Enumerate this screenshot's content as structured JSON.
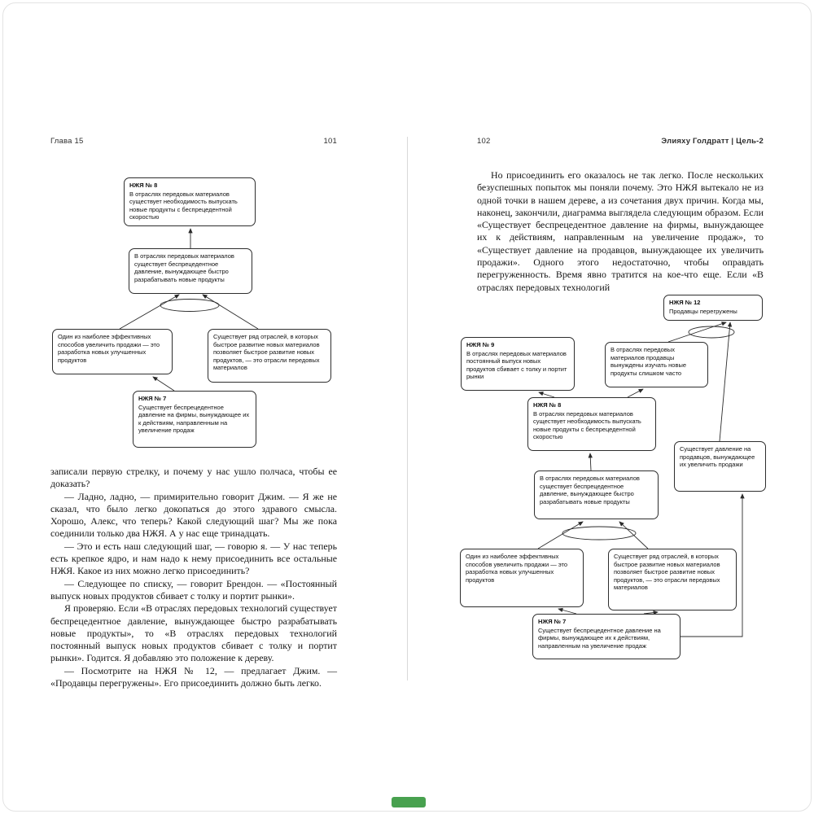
{
  "left_page": {
    "header": "Глава 15",
    "page_number": "101",
    "diagram": {
      "nja8_title": "НЖЯ № 8",
      "nja8_body": "В отраслях передовых материалов существует необходимость выпускать новые продукты с беспрецедентной скоростью",
      "pressure": "В отраслях передовых материалов существует беспрецедентное давление, вынуждающее быстро разрабатывать новые продукты",
      "ways": "Один из наиболее эффективных способов увеличить продажи — это разработка новых улучшенных продуктов",
      "industries": "Существует ряд отраслей, в которых быстрое развитие новых материалов позволяет быстрое развитие новых продуктов, — это отрасли передовых материалов",
      "nja7_title": "НЖЯ № 7",
      "nja7_body": "Существует беспрецедентное давление на фирмы, вынуждающее их к действиям, направленным на увеличение продаж"
    },
    "paragraphs": [
      "записали первую стрелку, и почему у нас ушло полчаса, чтобы ее доказать?",
      "— Ладно, ладно, — примирительно говорит Джим. — Я же не сказал, что было легко докопаться до этого здравого смысла. Хорошо, Алекс, что теперь? Какой следующий шаг? Мы же пока соединили только два НЖЯ. А у нас еще тринадцать.",
      "— Это и есть наш следующий шаг, — говорю я. — У нас теперь есть крепкое ядро, и нам надо к нему присоединить все остальные НЖЯ. Какое из них можно легко присоединить?",
      "— Следующее по списку, — говорит Брендон. — «Постоянный выпуск новых продуктов сбивает с толку и портит рынки».",
      "Я проверяю. Если «В отраслях передовых технологий существует беспрецедентное давление, вынуждающее быстро разрабатывать новые продукты», то «В отраслях передовых технологий постоянный выпуск новых продуктов сбивает с толку и портит рынки». Годится. Я добавляю это положение к дереву.",
      "— Посмотрите на НЖЯ № 12, — предлагает Джим. — «Продавцы перегружены». Его присоединить должно быть легко."
    ]
  },
  "right_page": {
    "page_number": "102",
    "header": "Элияху Голдратт | Цель-2",
    "paragraphs": [
      "Но присоединить его оказалось не так легко. После нескольких безуспешных попыток мы поняли почему. Это НЖЯ вытекало не из одной точки в нашем дереве, а из сочетания двух причин. Когда мы, наконец, закончили, диаграмма выглядела следующим образом. Если «Существует беспрецедентное давление на фирмы, вынуждающее их к действиям, направленным на увеличение продаж», то «Существует давление на продавцов, вынуждающее их увеличить продажи». Одного этого недостаточно, чтобы оправдать перегруженность. Время явно тратится на кое-что еще. Если «В отраслях передовых технологий"
    ],
    "diagram": {
      "nja12_title": "НЖЯ № 12",
      "nja12_body": "Продавцы перегружены",
      "nja9_title": "НЖЯ № 9",
      "nja9_body": "В отраслях передовых материалов постоянный выпуск новых продуктов сбивает с толку и портит рынки",
      "learn": "В отраслях передовых материалов продавцы вынуждены изучать новые продукты слишком часто",
      "nja8_title": "НЖЯ № 8",
      "nja8_body": "В отраслях передовых материалов существует необходимость выпускать новые продукты с беспрецедентной скоростью",
      "sellers": "Существует давление на продавцов, вынуждающее их увеличить продажи",
      "pressure": "В отраслях передовых материалов существует беспрецедентное давление, вынуждающее быстро разрабатывать новые продукты",
      "ways": "Один из наиболее эффективных способов увеличить продажи — это разработка новых улучшенных продуктов",
      "industries": "Существует ряд отраслей, в которых быстрое развитие новых материалов позволяет быстрое развитие новых продуктов, — это отрасли передовых материалов",
      "nja7_title": "НЖЯ № 7",
      "nja7_body": "Существует беспрецедентное давление на фирмы, вынуждающее их к действиям, направленным на увеличение продаж"
    }
  }
}
